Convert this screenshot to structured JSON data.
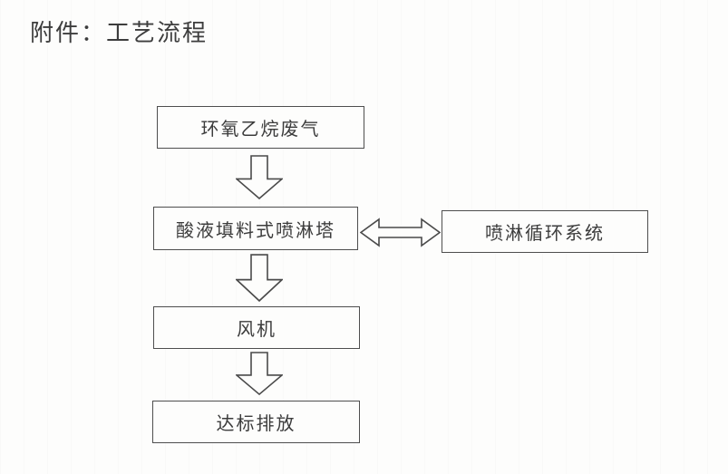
{
  "page": {
    "title": "附件：工艺流程"
  },
  "diagram": {
    "type": "flowchart",
    "nodes": [
      {
        "id": "waste-gas",
        "label": "环氧乙烷废气"
      },
      {
        "id": "spray-tower",
        "label": "酸液填料式喷淋塔"
      },
      {
        "id": "circulation",
        "label": "喷淋循环系统"
      },
      {
        "id": "fan",
        "label": "风机"
      },
      {
        "id": "discharge",
        "label": "达标排放"
      }
    ],
    "edges": [
      {
        "from": "waste-gas",
        "to": "spray-tower",
        "style": "hollow-block-arrow",
        "direction": "down"
      },
      {
        "from": "spray-tower",
        "to": "circulation",
        "style": "hollow-block-arrow",
        "direction": "both"
      },
      {
        "from": "spray-tower",
        "to": "fan",
        "style": "hollow-block-arrow",
        "direction": "down"
      },
      {
        "from": "fan",
        "to": "discharge",
        "style": "hollow-block-arrow",
        "direction": "down"
      }
    ],
    "colors": {
      "background": "#fdfdfc",
      "border": "#4e4e4e",
      "text": "#3c3c3c"
    }
  }
}
